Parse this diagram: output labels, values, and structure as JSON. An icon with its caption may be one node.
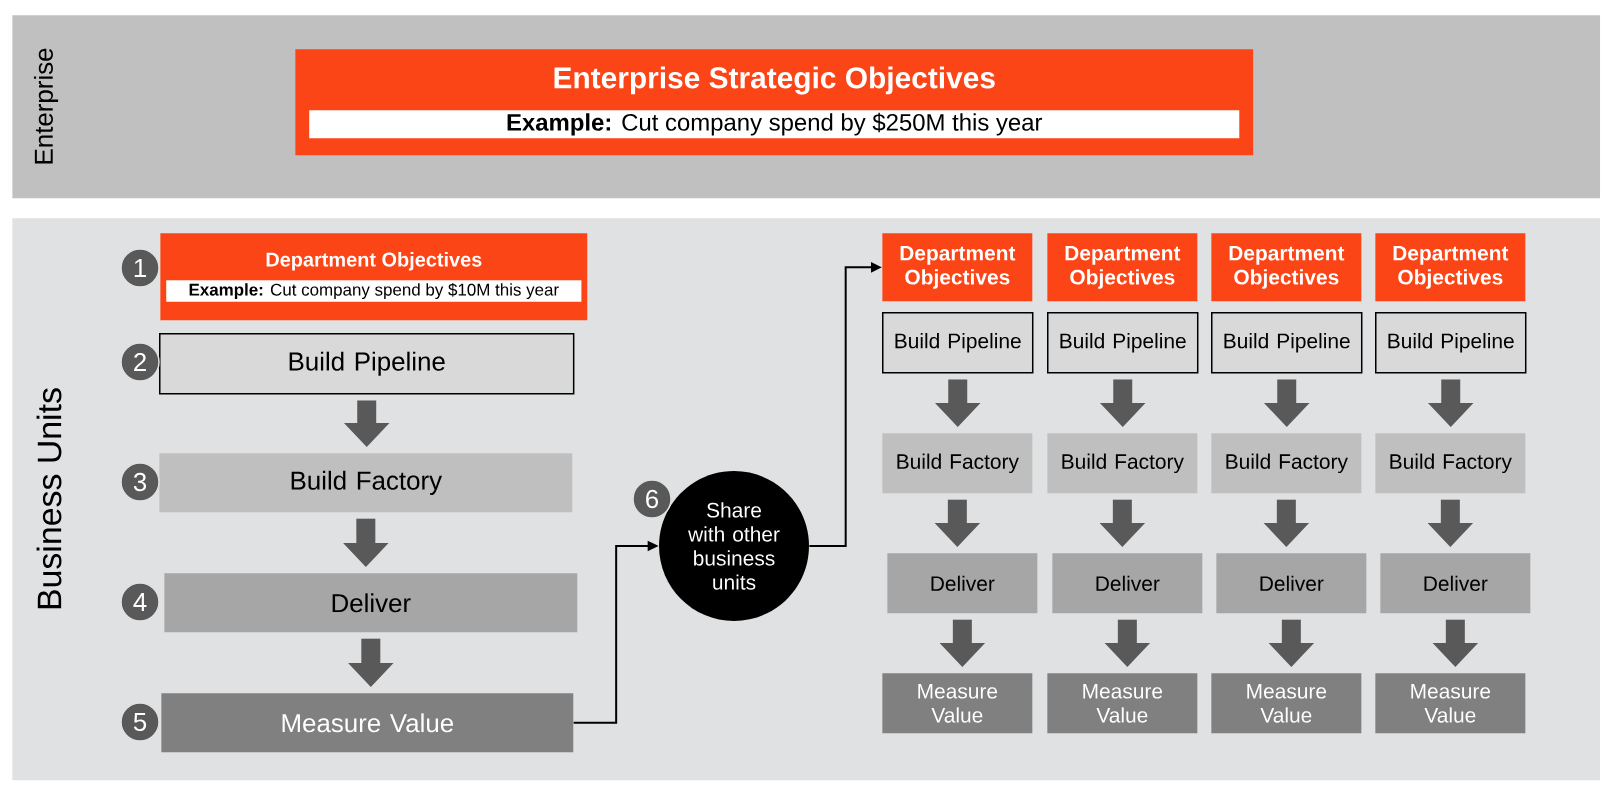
{
  "diagram": {
    "nodes": [
      {
        "text": [
          "Enterprise"
        ]
      },
      {
        "text": [
          "Enterprise Strategic Objectives",
          "**Example:** Cut company spend by $250M this year"
        ],
        "in": 0
      },
      {
        "text": [
          "Business Units"
        ]
      },
      {
        "text": [
          "Department Objectives",
          "**Example:** Cut company spend by $10M this year"
        ],
        "in": 2
      },
      {
        "text": [
          "Build Pipeline"
        ],
        "in": 2
      },
      {
        "text": [
          "Build Factory"
        ],
        "in": 2
      },
      {
        "text": [
          "Deliver"
        ],
        "in": 2
      },
      {
        "text": [
          "Measure Value"
        ],
        "in": 2
      },
      {
        "text": [
          "Share with other business units"
        ],
        "in": 2
      },
      {
        "text": [
          "Department Objectives"
        ],
        "in": 2
      },
      {
        "text": [
          "Department Objectives"
        ],
        "in": 2
      },
      {
        "text": [
          "Department Objectives"
        ],
        "in": 2
      },
      {
        "text": [
          "Department Objectives"
        ],
        "in": 2
      },
      {
        "text": [
          "Build Pipeline"
        ],
        "in": 2
      },
      {
        "text": [
          "Build Pipeline"
        ],
        "in": 2
      },
      {
        "text": [
          "Build Pipeline"
        ],
        "in": 2
      },
      {
        "text": [
          "Build Pipeline"
        ],
        "in": 2
      },
      {
        "text": [
          "Build Factory"
        ],
        "in": 2
      },
      {
        "text": [
          "Build Factory"
        ],
        "in": 2
      },
      {
        "text": [
          "Build Factory"
        ],
        "in": 2
      },
      {
        "text": [
          "Build Factory"
        ],
        "in": 2
      },
      {
        "text": [
          "Deliver"
        ],
        "in": 2
      },
      {
        "text": [
          "Deliver"
        ],
        "in": 2
      },
      {
        "text": [
          "Deliver"
        ],
        "in": 2
      },
      {
        "text": [
          "Deliver"
        ],
        "in": 2
      },
      {
        "text": [
          "Measure Value"
        ],
        "in": 2
      },
      {
        "text": [
          "Measure Value"
        ],
        "in": 2
      },
      {
        "text": [
          "Measure Value"
        ],
        "in": 2
      },
      {
        "text": [
          "Measure Value"
        ],
        "in": 2
      }
    ],
    "edges": [
      {
        "from": 4,
        "to": 5,
        "arrow": "to"
      },
      {
        "from": 5,
        "to": 6,
        "arrow": "to"
      },
      {
        "from": 6,
        "to": 7,
        "arrow": "to"
      },
      {
        "from": 7,
        "to": 8,
        "arrow": "to",
        "color": "#000000"
      },
      {
        "from": 8,
        "to": 9,
        "arrow": "to",
        "color": "#000000"
      },
      {
        "from": 13,
        "to": 17,
        "arrow": "to"
      },
      {
        "from": 17,
        "to": 21,
        "arrow": "to"
      },
      {
        "from": 21,
        "to": 25,
        "arrow": "to"
      },
      {
        "from": 14,
        "to": 18,
        "arrow": "to"
      },
      {
        "from": 18,
        "to": 22,
        "arrow": "to"
      },
      {
        "from": 22,
        "to": 26,
        "arrow": "to"
      },
      {
        "from": 15,
        "to": 19,
        "arrow": "to"
      },
      {
        "from": 19,
        "to": 23,
        "arrow": "to"
      },
      {
        "from": 23,
        "to": 27,
        "arrow": "to"
      },
      {
        "from": 16,
        "to": 20,
        "arrow": "to"
      },
      {
        "from": 20,
        "to": 24,
        "arrow": "to"
      },
      {
        "from": 24,
        "to": 28,
        "arrow": "to"
      }
    ],
    "labels": [
      "1",
      "2",
      "3",
      "4",
      "5",
      "6"
    ]
  }
}
